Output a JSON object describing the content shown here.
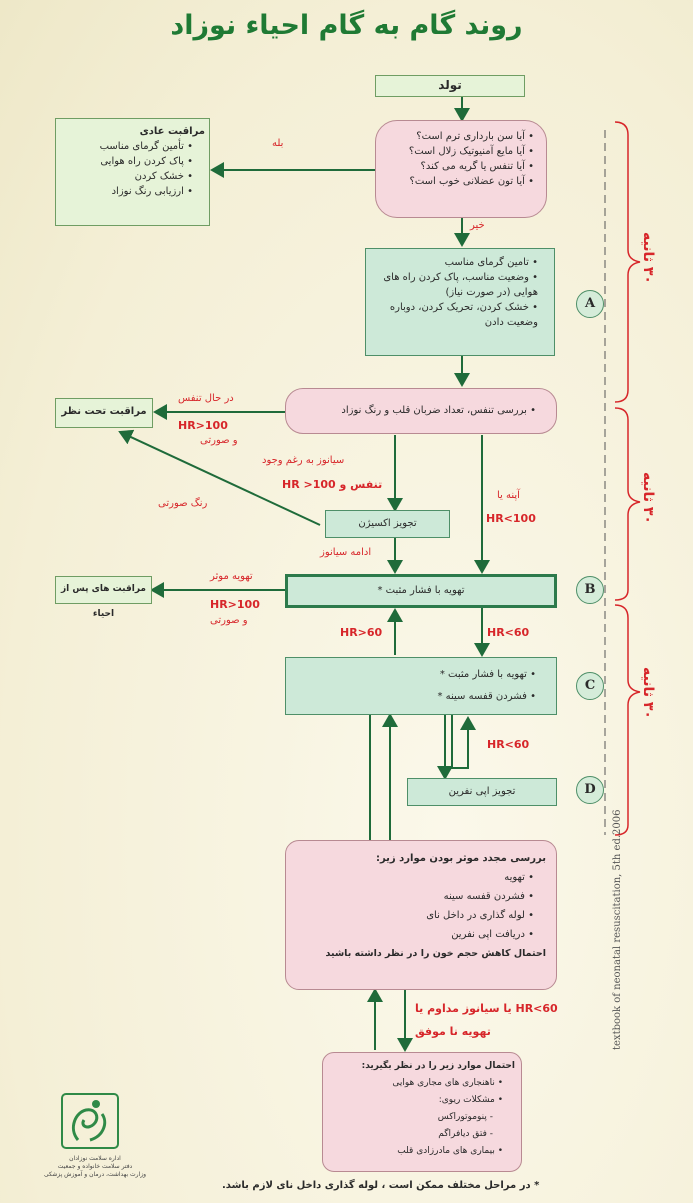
{
  "title": "روند گام به گام احیاء نوزاد",
  "birth": "تولد",
  "questions": [
    "آیا سن بارداری ترم است؟",
    "آیا مایع آمنیوتیک زلال است؟",
    "آیا تنفس یا گریه می کند؟",
    "آیا تون عضلانی خوب است؟"
  ],
  "routine": {
    "title": "مراقبت عادی",
    "items": [
      "تأمین گرمای مناسب",
      "پاک کردن راه هوایی",
      "خشک کردن",
      "ارزیابی رنگ نوزاد"
    ]
  },
  "yes_label": "بله",
  "no_label": "خیر",
  "step_a": {
    "items": [
      "تامین گرمای مناسب",
      "وضعیت مناسب، پاک کردن راه های هوایی (در صورت نیاز)",
      "خشک کردن، تحریک کردن، دوباره وضعیت دادن"
    ]
  },
  "evaluate": "بررسی تنفس، تعداد ضربان قلب و رنگ نوزاد",
  "observation": "مراقبت تحت نظر",
  "breathing_label": "در حال تنفس",
  "hr100_label": "HR>100",
  "pink_label": "و صورتی",
  "cyanosis_label1": "سیانوز به رغم وجود",
  "cyanosis_label2": "تنفس و HR >100",
  "pink_color_label": "رنگ صورتی",
  "apnea_label": "آپنه یا",
  "hr_lt100": "HR<100",
  "oxygen": "تجویز اکسیژن",
  "persistent_cyanosis": "ادامه سیانوز",
  "ppv": "تهویه با فشار مثبت *",
  "effective_ventilation": "تهویه موثر",
  "post_resus": "مراقبت های پس از احیاء",
  "hr60_gt": "HR>60",
  "hr60_lt": "HR<60",
  "step_c": {
    "items": [
      "تهویه با فشار مثبت *",
      "فشردن قفسه سینه *"
    ]
  },
  "epinephrine": "تجویز اپی نفرین",
  "reassess": {
    "title": "بررسی مجدد موثر بودن موارد زیر:",
    "items": [
      "تهویه",
      "فشردن قفسه سینه",
      "لوله گذاری در داخل نای",
      "دریافت اپی نفرین"
    ],
    "note": "احتمال کاهش حجم خون را در نظر داشته باشید"
  },
  "persist_label1": "HR<60 یا سیانوز مداوم یا",
  "persist_label2": "تهویه نا موفق",
  "consider": {
    "title": "احتمال موارد زیر را در نظر بگیرید:",
    "items": [
      "ناهنجاری های مجاری هوایی",
      "مشکلات ریوی:",
      "- پنوموتوراکس",
      "- فتق دیافراگم",
      "بیماری های مادرزادی قلب"
    ]
  },
  "footnote": "* در مراحل مختلف ممکن است ، لوله گذاری داخل نای لازم باشد.",
  "side_ref": "textbook of neonatal resuscitation, 5th ed.2006",
  "circles": {
    "a": "A",
    "b": "B",
    "c": "C",
    "d": "D"
  },
  "time_label": "۳۰ ثانیه",
  "logo_text": [
    "اداره سلامت نوزادان",
    "دفتر سلامت خانواده و جمعیت",
    "وزارت بهداشت، درمان و آموزش پزشکی"
  ]
}
